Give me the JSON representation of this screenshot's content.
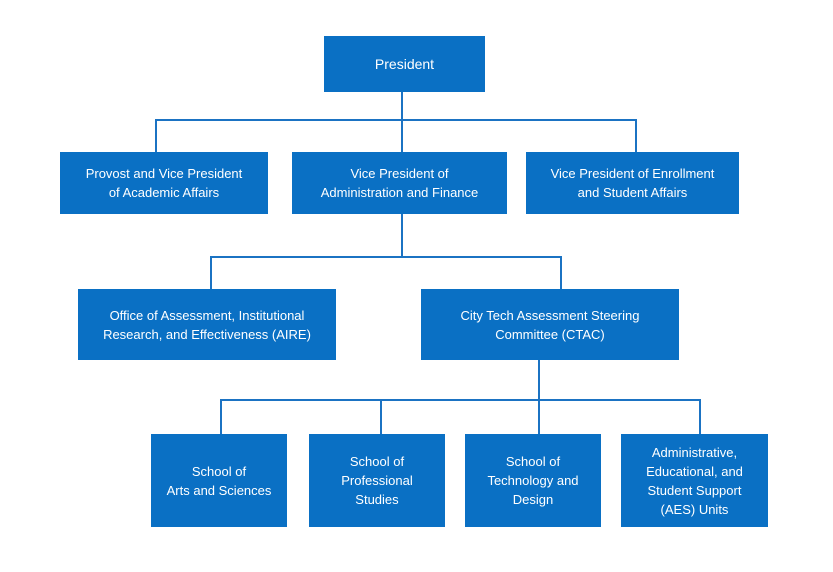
{
  "org_chart": {
    "president": "President",
    "vp_academic": "Provost and Vice President\nof Academic Affairs",
    "vp_admin": "Vice President of\nAdministration and Finance",
    "vp_enrollment": "Vice President of Enrollment\nand Student Affairs",
    "aire": "Office of Assessment, Institutional\nResearch, and Effectiveness (AIRE)",
    "ctac": "City Tech Assessment Steering\nCommittee (CTAC)",
    "arts_sciences": "School of\nArts and Sciences",
    "professional_studies": "School of\nProfessional\nStudies",
    "technology_design": "School of\nTechnology and\nDesign",
    "aes_units": "Administrative,\nEducational, and\nStudent Support\n(AES) Units"
  },
  "colors": {
    "box_fill": "#0a70c4",
    "connector": "#1b73c3",
    "text": "#ffffff"
  }
}
